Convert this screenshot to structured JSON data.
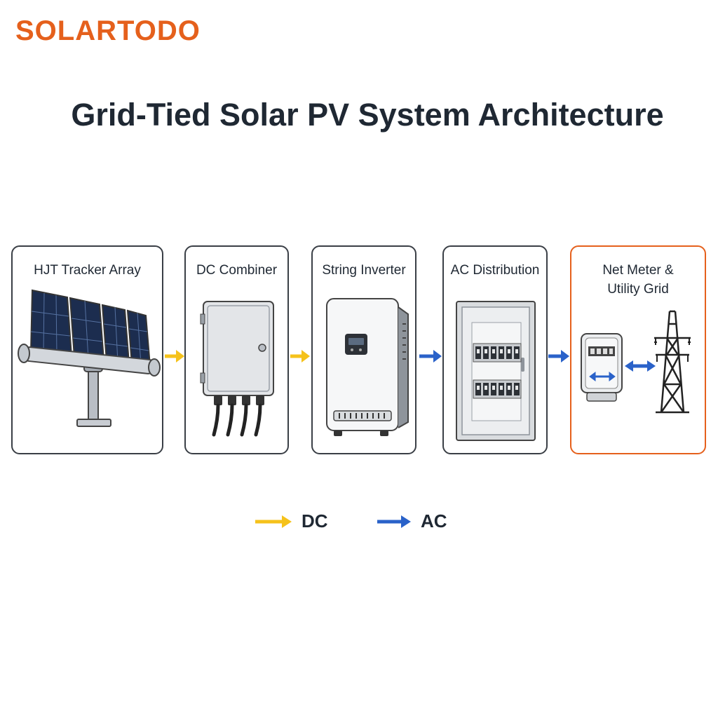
{
  "brand": {
    "name": "SOLARTODO",
    "color": "#e5601c"
  },
  "title": "Grid-Tied Solar PV System Architecture",
  "stages": [
    {
      "label": "HJT Tracker Array",
      "icon": "solar-tracker-icon"
    },
    {
      "label": "DC Combiner",
      "icon": "combiner-box-icon"
    },
    {
      "label": "String Inverter",
      "icon": "inverter-icon"
    },
    {
      "label": "AC Distribution",
      "icon": "distribution-panel-icon"
    },
    {
      "label": "Net Meter & Utility Grid",
      "icon": "meter-and-pylon-icon",
      "highlight": true
    }
  ],
  "flows": [
    "DC",
    "DC",
    "AC",
    "AC"
  ],
  "legend": [
    {
      "label": "DC",
      "color": "#f5c21b"
    },
    {
      "label": "AC",
      "color": "#2a62c9"
    }
  ],
  "colors": {
    "dc": "#f5c21b",
    "ac": "#2a62c9",
    "highlight": "#e5601c",
    "outline": "#3a3f46"
  }
}
